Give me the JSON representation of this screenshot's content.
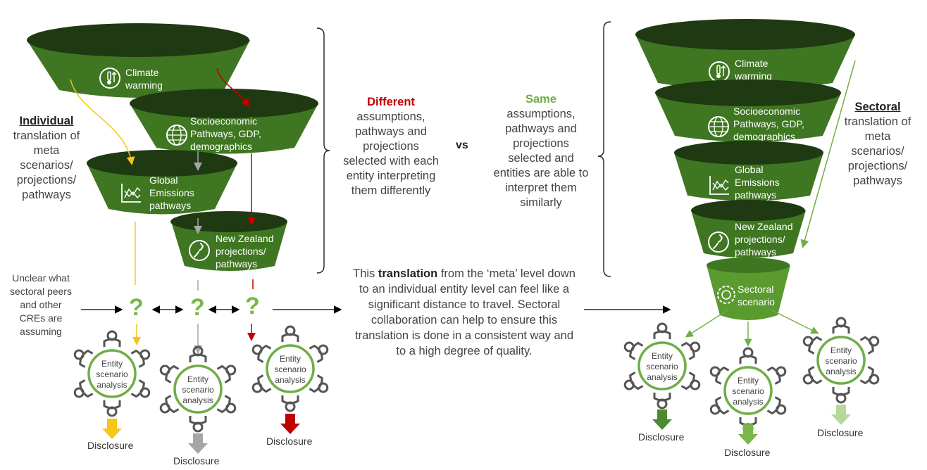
{
  "colors": {
    "funnel_top": "#1f3a12",
    "funnel_body": "#3f7622",
    "funnel_light": "#5a9a2f",
    "ring": "#70ad47",
    "yellow": "#f5c518",
    "gray": "#a6a6a6",
    "red": "#c00000",
    "green_dark": "#4e8b2e",
    "green_mid": "#7ab648",
    "green_light": "#b7d89a"
  },
  "left_funnel": {
    "climate": [
      "Climate",
      "warming"
    ],
    "socio": [
      "Socioeconomic",
      "Pathways, GDP,",
      "demographics"
    ],
    "global": [
      "Global",
      "Emissions",
      "pathways"
    ],
    "nz": [
      "New Zealand",
      "projections/",
      "pathways"
    ]
  },
  "right_funnel": {
    "climate": [
      "Climate",
      "warming"
    ],
    "socio": [
      "Socioeconomic",
      "Pathways, GDP,",
      "demographics"
    ],
    "global": [
      "Global",
      "Emissions",
      "pathways"
    ],
    "nz": [
      "New Zealand",
      "projections/",
      "pathways"
    ],
    "sector": [
      "Sectoral",
      "scenario"
    ]
  },
  "individual": {
    "heading": "Individual",
    "lines": [
      "translation of",
      "meta",
      "scenarios/",
      "projections/",
      "pathways"
    ]
  },
  "unclear": [
    "Unclear what",
    "sectoral  peers",
    "and other",
    "CREs are",
    "assuming"
  ],
  "different": {
    "heading": "Different",
    "lines": [
      "assumptions,",
      "pathways and",
      "projections",
      "selected with each",
      "entity interpreting",
      "them differently"
    ]
  },
  "vs": "vs",
  "same": {
    "heading": "Same",
    "lines": [
      "assumptions,",
      "pathways and",
      "projections",
      "selected and",
      "entities are able to",
      "interpret them",
      "similarly"
    ]
  },
  "sectoral": {
    "heading": "Sectoral",
    "lines": [
      "translation of",
      "meta",
      "scenarios/",
      "projections/",
      "pathways"
    ]
  },
  "translation": {
    "pre": "This ",
    "bold": "translation",
    "post": " from the ‘meta’ level down",
    "lines": [
      "to an individual entity level can feel like a",
      "significant distance to travel. Sectoral",
      "collaboration can help to ensure this",
      "translation is done in a consistent way and",
      "to a high degree of quality."
    ]
  },
  "question": "?",
  "entity_label": [
    "Entity",
    "scenario",
    "analysis"
  ],
  "disclosure": "Disclosure"
}
